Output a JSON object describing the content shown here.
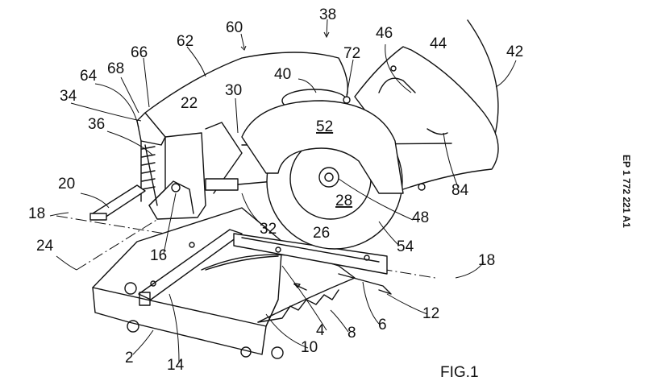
{
  "figure": {
    "caption": "FIG.1",
    "publication_number": "EP 1 772 221 A1"
  },
  "labels": {
    "l60": "60",
    "l38": "38",
    "l62": "62",
    "l66": "66",
    "l46": "46",
    "l44": "44",
    "l42": "42",
    "l72": "72",
    "l68": "68",
    "l40": "40",
    "l64": "64",
    "l34": "34",
    "l22": "22",
    "l30": "30",
    "l36": "36",
    "l52": "52",
    "l20": "20",
    "l18a": "18",
    "l84": "84",
    "l48": "48",
    "l28": "28",
    "l32": "32",
    "l26": "26",
    "l16": "16",
    "l54": "54",
    "l24": "24",
    "l18b": "18",
    "l12": "12",
    "l6": "6",
    "l4": "4",
    "l8": "8",
    "l2": "2",
    "l14": "14",
    "l10": "10"
  }
}
